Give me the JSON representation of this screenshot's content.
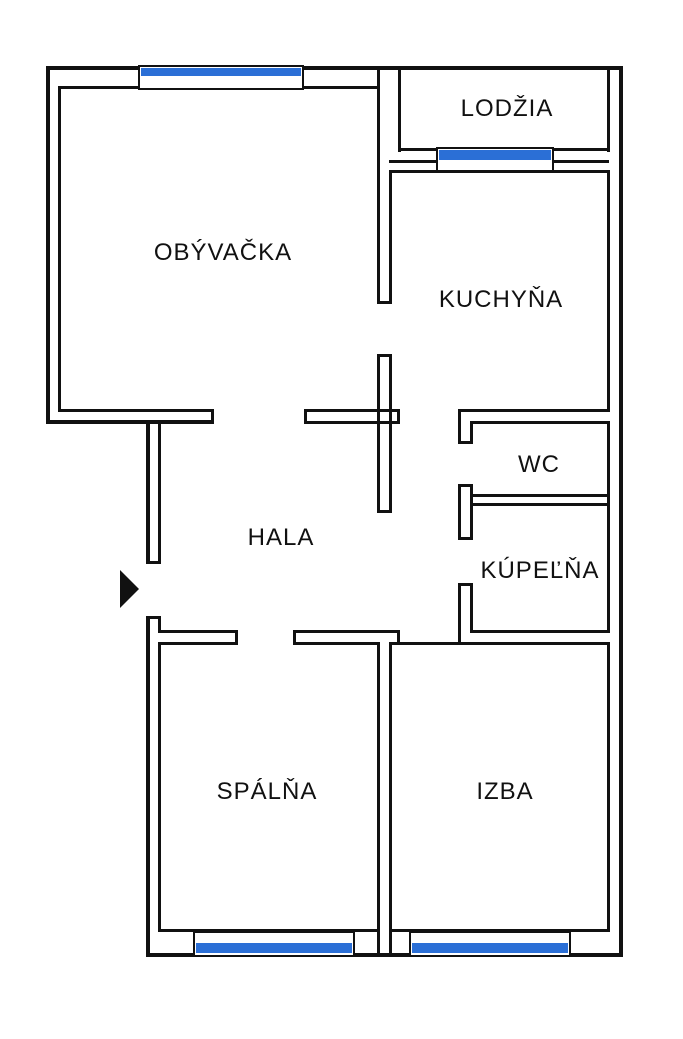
{
  "rooms": {
    "lodzia": "LODŽIA",
    "obyvacka": "OBÝVAČKA",
    "kuchyna": "KUCHYŇA",
    "wc": "WC",
    "hala": "HALA",
    "kupelna": "KÚPEĽŇA",
    "spalna": "SPÁLŇA",
    "izba": "IZBA"
  },
  "colors": {
    "wall": "#111111",
    "window": "#2b6fd6",
    "background": "#ffffff"
  },
  "icons": {
    "entrance": "entrance-arrow-icon"
  }
}
